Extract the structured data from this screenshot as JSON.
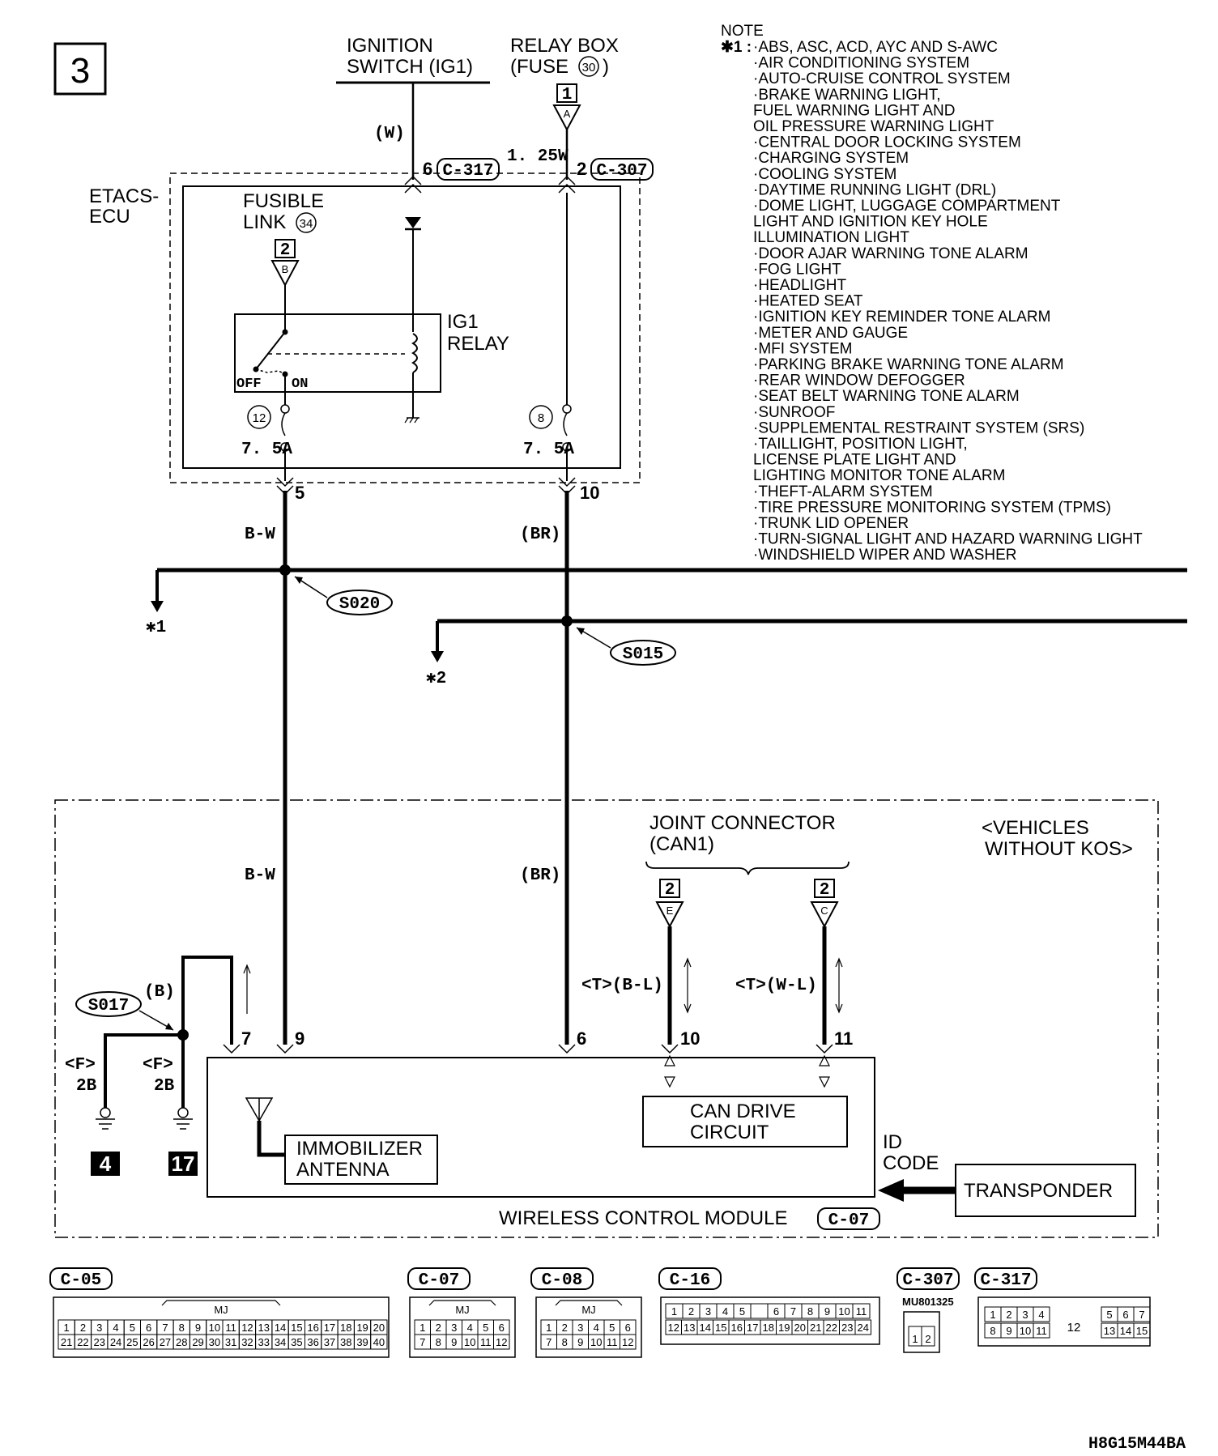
{
  "page_number": "3",
  "ignition_switch": {
    "line1": "IGNITION",
    "line2": "SWITCH (IG1)"
  },
  "relay_box": {
    "line1": "RELAY BOX",
    "line2": "(FUSE",
    "fuse": "30",
    "close": ")"
  },
  "ign_feed": {
    "marker": "1",
    "letter": "A",
    "wire_w": "(W)",
    "pin_6": "6",
    "conn_c317": "C-317",
    "wire_125w": "1. 25W",
    "pin_2": "2",
    "conn_c307": "C-307"
  },
  "etacs": {
    "line1": "ETACS-",
    "line2": "ECU"
  },
  "fusible_link": {
    "line1": "FUSIBLE",
    "line2": "LINK",
    "number": "34",
    "marker": "2",
    "letter": "B"
  },
  "ig1_relay": {
    "line1": "IG1",
    "line2": "RELAY",
    "off": "OFF",
    "on": "ON"
  },
  "fuses": {
    "left_num": "12",
    "left_amp": "7. 5A",
    "right_num": "8",
    "right_amp": "7. 5A"
  },
  "etacs_outputs": {
    "pin_5": "5",
    "pin_10": "10",
    "wire_bw": "B-W",
    "wire_br": "(BR)"
  },
  "splices": {
    "s020": "S020",
    "s015": "S015",
    "s017": "S017",
    "ref1": "✱1",
    "ref2": "✱2"
  },
  "note": {
    "title": "NOTE",
    "marker": "✱1 :",
    "lines": [
      "·ABS, ASC, ACD, AYC AND S-AWC",
      "·AIR CONDITIONING SYSTEM",
      "·AUTO-CRUISE CONTROL SYSTEM",
      "·BRAKE WARNING LIGHT,",
      " FUEL WARNING LIGHT AND",
      " OIL PRESSURE WARNING LIGHT",
      "·CENTRAL DOOR LOCKING SYSTEM",
      "·CHARGING SYSTEM",
      "·COOLING SYSTEM",
      "·DAYTIME RUNNING LIGHT (DRL)",
      "·DOME LIGHT, LUGGAGE COMPARTMENT",
      " LIGHT AND IGNITION KEY HOLE",
      " ILLUMINATION LIGHT",
      "·DOOR AJAR WARNING TONE ALARM",
      "·FOG LIGHT",
      "·HEADLIGHT",
      "·HEATED SEAT",
      "·IGNITION KEY REMINDER TONE ALARM",
      "·METER AND GAUGE",
      "·MFI SYSTEM",
      "·PARKING BRAKE WARNING TONE ALARM",
      "·REAR WINDOW DEFOGGER",
      "·SEAT BELT WARNING TONE ALARM",
      "·SUNROOF",
      "·SUPPLEMENTAL RESTRAINT SYSTEM (SRS)",
      "·TAILLIGHT, POSITION LIGHT,",
      " LICENSE PLATE LIGHT AND",
      " LIGHTING MONITOR TONE ALARM",
      "·THEFT-ALARM SYSTEM",
      "·TIRE PRESSURE MONITORING SYSTEM (TPMS)",
      "·TRUNK LID OPENER",
      "·TURN-SIGNAL LIGHT AND HAZARD WARNING LIGHT",
      "·WINDSHIELD WIPER AND WASHER"
    ]
  },
  "module_area": {
    "wire_bw": "B-W",
    "wire_br": "(BR)",
    "vehicles_line1": "<VEHICLES",
    "vehicles_line2": "WITHOUT KOS>"
  },
  "joint_connector": {
    "line1": "JOINT CONNECTOR",
    "line2": "(CAN1)",
    "marker_e": "2",
    "letter_e": "E",
    "marker_c": "2",
    "letter_c": "C",
    "wire_bl": "<T>(B-L)",
    "wire_wl": "<T>(W-L)"
  },
  "ground": {
    "wire_b": "(B)",
    "f_left": "<F>",
    "f_right": "<F>",
    "size_left": "2B",
    "size_right": "2B",
    "num_left": "4",
    "num_right": "17"
  },
  "module_pins": {
    "p7": "7",
    "p9": "9",
    "p6": "6",
    "p10": "10",
    "p11": "11"
  },
  "module": {
    "antenna_line1": "IMMOBILIZER",
    "antenna_line2": "ANTENNA",
    "can_line1": "CAN DRIVE",
    "can_line2": "CIRCUIT",
    "name": "WIRELESS CONTROL MODULE",
    "conn": "C-07"
  },
  "transponder": {
    "id_line1": "ID",
    "id_line2": "CODE",
    "label": "TRANSPONDER"
  },
  "connectors": {
    "c05": "C-05",
    "c07": "C-07",
    "c08": "C-08",
    "c16": "C-16",
    "c307": "C-307",
    "c317": "C-317",
    "mu_part": "MU801325",
    "mj": "MJ",
    "c317_center": "12"
  },
  "figure_code": "H8G15M44BA"
}
